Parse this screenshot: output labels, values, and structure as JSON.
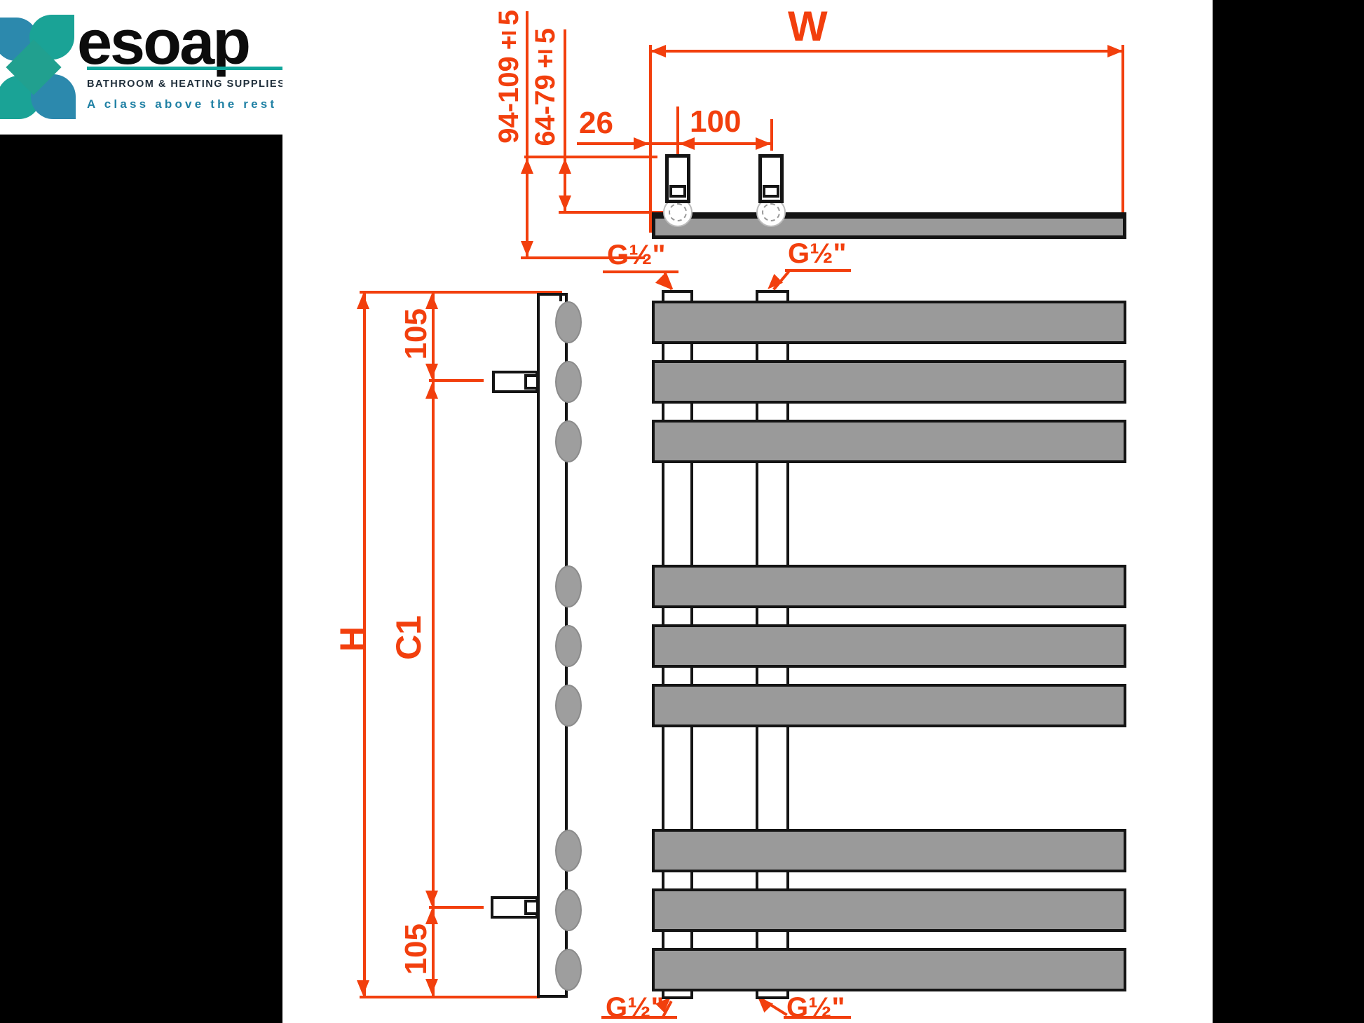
{
  "brand": {
    "name": "esoap",
    "subtitle": "BATHROOM & HEATING SUPPLIES",
    "tagline": "A class above the rest"
  },
  "diagram": {
    "dims": {
      "width": "W",
      "height": "H",
      "center_to_center": "C1",
      "wall_to_front": "94-109±5",
      "wall_to_pipe_center": "64-79±5",
      "edge_to_tapping": "26",
      "tapping_pitch": "100",
      "top_bracket_offset": "105",
      "bottom_bracket_offset": "105"
    },
    "connections": {
      "top_left": "G½\"",
      "top_right": "G½\"",
      "bottom_left": "G½\"",
      "bottom_right": "G½\""
    }
  },
  "colors": {
    "dimension_red": "#f23f0d",
    "panel_gray": "#9a9a9a",
    "logo_teal": "#1aa396",
    "logo_blue": "#2c89ad",
    "logo_rule_teal": "#12a79c",
    "tagline_blue": "#1f80a4"
  }
}
